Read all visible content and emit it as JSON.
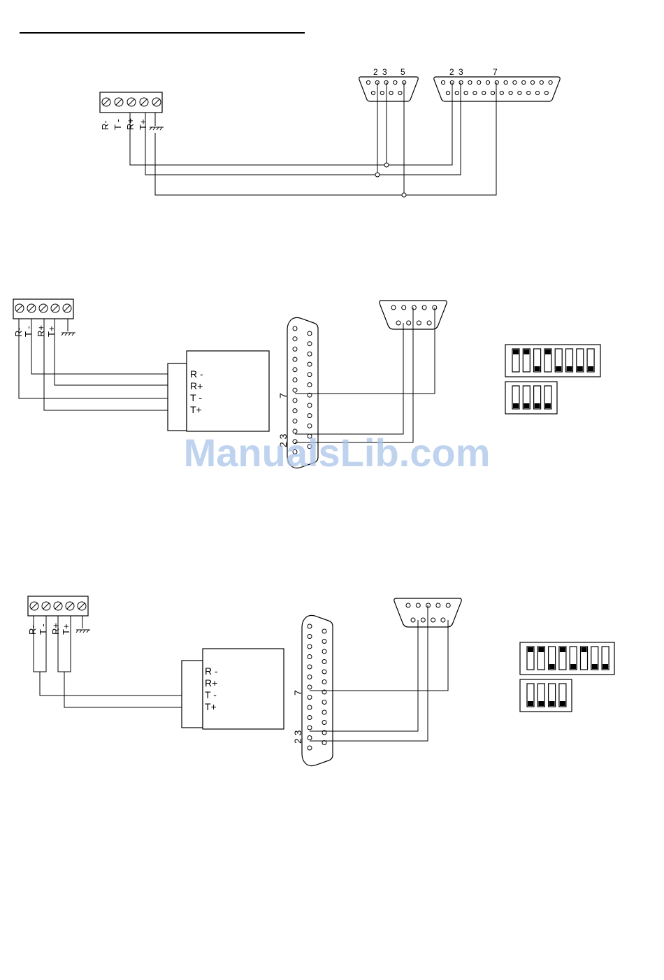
{
  "terminal_labels": [
    "R-",
    "T -",
    "R+",
    "T+"
  ],
  "converter_labels": [
    "R -",
    "R+",
    "T -",
    "T+"
  ],
  "diagram1": {
    "db9_pin_numbers": [
      "2",
      "3",
      "5"
    ],
    "db25_pin_numbers": [
      "2",
      "3",
      "7"
    ]
  },
  "diagram2": {
    "db25_pin_7": "7",
    "db25_pin_23": "2 3",
    "switch_bank_8": [
      "up",
      "up",
      "down",
      "up",
      "down",
      "down",
      "down",
      "down"
    ],
    "switch_bank_4": [
      "down",
      "down",
      "down",
      "down"
    ]
  },
  "diagram3": {
    "db25_pin_7": "7",
    "db25_pin_23": "2 3",
    "switch_bank_8": [
      "up",
      "up",
      "down",
      "up",
      "down",
      "up",
      "down",
      "down"
    ],
    "switch_bank_4": [
      "down",
      "down",
      "down",
      "down"
    ]
  },
  "watermark": "ManualsLib.com"
}
